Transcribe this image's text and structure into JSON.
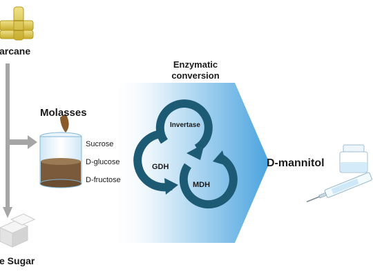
{
  "source": {
    "label": "arcane"
  },
  "output_top": {
    "label": "e Sugar"
  },
  "molasses": {
    "title": "Molasses",
    "components": [
      "Sucrose",
      "D-glucose",
      "D-fructose"
    ]
  },
  "process": {
    "title_line1": "Enzymatic",
    "title_line2": "conversion",
    "enzymes": [
      "Invertase",
      "GDH",
      "MDH"
    ]
  },
  "product": {
    "label": "D-mannitol"
  },
  "colors": {
    "arrow_gray": "#a6a6a6",
    "enzyme_cycle": "#1d5a73",
    "gradient_end": "#4aa3df",
    "molasses_liquid": "#7a5a3a"
  }
}
